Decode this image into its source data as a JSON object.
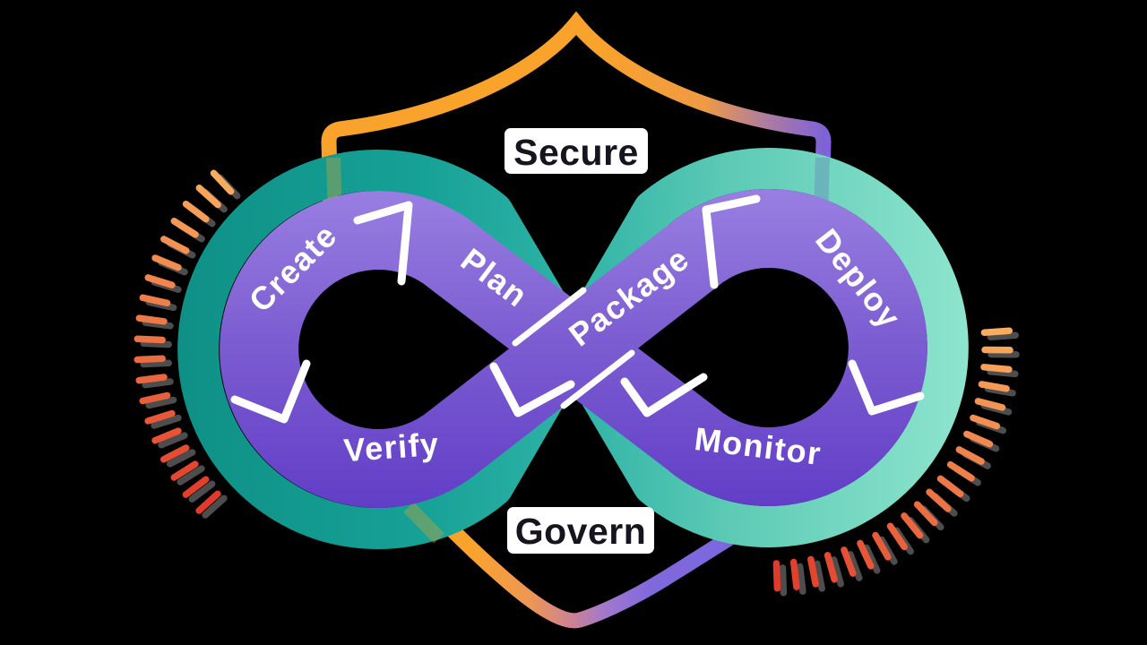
{
  "badges": {
    "top": "Secure",
    "bottom": "Govern"
  },
  "stages": [
    {
      "id": "create",
      "label": "Create"
    },
    {
      "id": "plan",
      "label": "Plan"
    },
    {
      "id": "package",
      "label": "Package"
    },
    {
      "id": "deploy",
      "label": "Deploy"
    },
    {
      "id": "verify",
      "label": "Verify"
    },
    {
      "id": "monitor",
      "label": "Monitor"
    }
  ],
  "colors": {
    "background": "#000000",
    "teal_dark": "#0F9086",
    "teal_mid": "#2FB3A6",
    "teal_light": "#8FE5CE",
    "purple_light": "#A087E6",
    "purple_dark": "#5B36C4",
    "shield_orange": "#F9A32D",
    "shield_purple": "#7A5ED6",
    "tick_light": "#F9AB5E",
    "tick_red": "#E03A2A",
    "tick_shadow": "#9A9A9A",
    "badge_bg": "#FFFFFF",
    "badge_text": "#16141F",
    "stage_text": "#FFFFFF"
  }
}
